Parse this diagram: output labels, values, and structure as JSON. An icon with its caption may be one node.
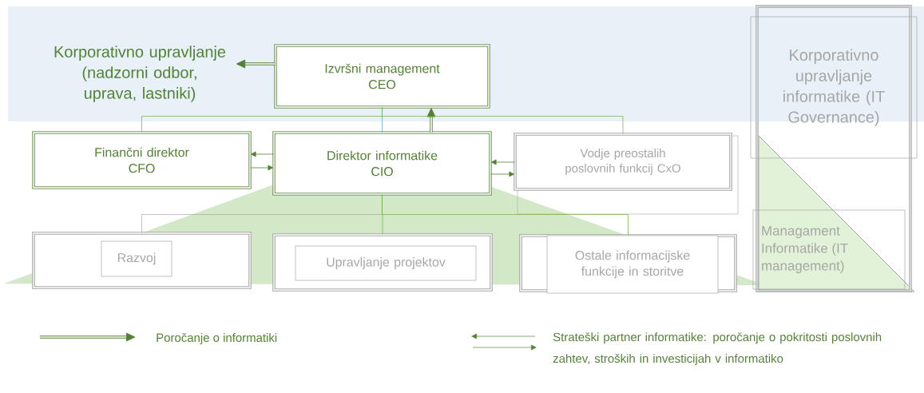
{
  "diagram": {
    "nodes": [
      {
        "text": [
          "Korporativno upravljanje (nadzorni odbor, uprava, lastniki)"
        ]
      },
      {
        "text": [
          "Izvršni management",
          "CEO"
        ]
      },
      {
        "text": [
          "Finančni direktor",
          "CFO"
        ]
      },
      {
        "text": [
          "Direktor informatike",
          "CIO"
        ]
      },
      {
        "text": [
          "Vodje preostalih poslovnih funkcij CxO"
        ]
      },
      {
        "text": [],
        "shape": "box"
      },
      {
        "text": [
          "Razvoj"
        ],
        "in": 5
      },
      {
        "text": [],
        "shape": "box"
      },
      {
        "text": [
          "Upravljanje projektov"
        ],
        "in": 7
      },
      {
        "text": [],
        "shape": "box"
      },
      {
        "text": [
          "Ostale informacijske funkcije in storitve"
        ],
        "in": 9
      },
      {
        "text": [],
        "shape": "box"
      },
      {
        "text": [
          "Korporativno upravljanje informatike (IT Governance)"
        ],
        "in": 11
      },
      {
        "text": [
          "Managament Informatike (IT management)"
        ],
        "in": 11
      }
    ],
    "edges": [
      {
        "from": 1,
        "to": 0,
        "arrow": "to",
        "style": "thick"
      },
      {
        "from": 3,
        "to": 1,
        "arrow": "to",
        "style": "thick"
      },
      {
        "from": 3,
        "to": 2,
        "arrow": "to"
      },
      {
        "from": 2,
        "to": 3,
        "arrow": "to"
      },
      {
        "from": 4,
        "to": 3,
        "arrow": "to"
      },
      {
        "from": 3,
        "to": 4,
        "arrow": "to"
      },
      {
        "from": 1,
        "to": 2,
        "arrow": "none",
        "color": "#70ad47"
      },
      {
        "from": 1,
        "to": 3,
        "arrow": "none",
        "color": "#5b9bd5"
      },
      {
        "from": 1,
        "to": 4,
        "arrow": "none",
        "color": "#70ad47"
      },
      {
        "from": 3,
        "to": 5,
        "arrow": "none",
        "color": "#a6a6a6"
      },
      {
        "from": 3,
        "to": 7,
        "arrow": "none",
        "color": "#70ad47"
      },
      {
        "from": 3,
        "to": 9,
        "arrow": "none",
        "color": "#70ad47"
      }
    ],
    "legend": [
      {
        "text": "Poročanje o informatiki"
      },
      {
        "text": "Strateški partner informatike: poročanje o pokritosti poslovnih zahtev, stroških in investicijah v informatiko"
      }
    ]
  }
}
